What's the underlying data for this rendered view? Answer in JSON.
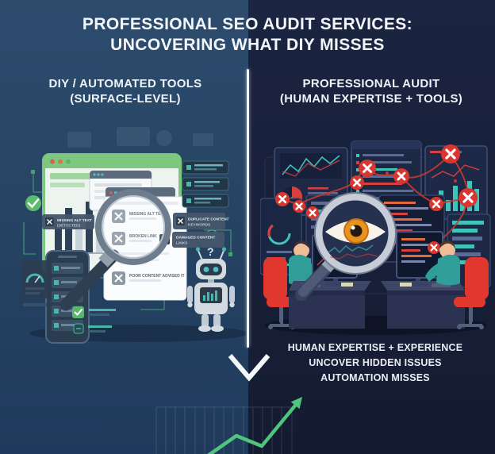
{
  "title": {
    "line1": "PROFESSIONAL SEO AUDIT SERVICES:",
    "line2": "UNCOVERING WHAT DIY MISSES"
  },
  "left_panel": {
    "heading_line1": "DIY / AUTOMATED TOOLS",
    "heading_line2": "(SURFACE-LEVEL)",
    "checklist": [
      "MISSING ALT TEXT",
      "BROKEN LINK",
      "POOR CONTENT ADVISED IT"
    ],
    "badges": [
      {
        "line1": "MISSING ALT TEXT",
        "line2": "(DETECTED)"
      },
      {
        "line1": "DUPLICATE CONTENT",
        "line2": "KEYWORDS"
      },
      {
        "line1": "DAMAGED CONTENT",
        "line2": "LINKS"
      }
    ],
    "robot_question_mark": "?"
  },
  "right_panel": {
    "heading_line1": "PROFESSIONAL AUDIT",
    "heading_line2": "(HUMAN EXPERTISE + TOOLS)",
    "caption": [
      "HUMAN EXPERTISE + EXPERIENCE",
      "UNCOVER HIDDEN ISSUES",
      "AUTOMATION MISSES"
    ]
  },
  "growth_chart": {
    "type": "line",
    "x": [
      0,
      1,
      2,
      3
    ],
    "y": [
      0.2,
      2.1,
      1.3,
      4.9
    ],
    "trend": "up",
    "gridlines": true,
    "line_color": "#4ec57d"
  },
  "colors": {
    "left_background": "#274464",
    "right_background": "#18203a",
    "divider_white": "#f2f9fc",
    "accent_green": "#4ec57d",
    "window_green": "#7dc77f",
    "error_red": "#d8362e",
    "teal": "#3fc3bb",
    "chair_red": "#e0382e",
    "iris_orange": "#e8931d",
    "text_white": "#f2f6fa"
  }
}
